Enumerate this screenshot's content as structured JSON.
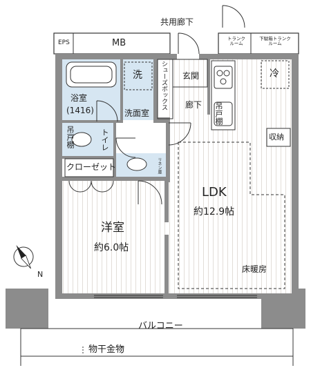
{
  "labels": {
    "common_corridor": "共用廊下",
    "eps": "EPS",
    "mb": "MB",
    "trunk_room": "トランク\nルーム",
    "trunk_room_shoe": "下駄箱トランク\nルーム",
    "wash": "洗",
    "shoe_box": "シューズボックス",
    "entrance": "玄関",
    "fridge": "冷",
    "bath": "浴室",
    "bath_size": "(1416)",
    "washroom": "洗面室",
    "hallway": "廊下",
    "hanging_shelf_1": "吊戸棚",
    "hanging_shelf_2": "吊戸棚",
    "toilet": "トイレ",
    "storage": "収納",
    "linen": "リネン庫",
    "closet": "クローゼット",
    "ldk": "LDK",
    "ldk_size": "約12.9帖",
    "western_room": "洋室",
    "western_size": "約6.0帖",
    "floor_heating": "床暖房",
    "compass_n": "N",
    "balcony": "バルコニー",
    "drying_rack": "物干金物"
  },
  "colors": {
    "wall": "#8c8c8c",
    "wet_area": "#d6e6f2",
    "flooring_line": "#e2ddd8",
    "line": "#333333"
  }
}
